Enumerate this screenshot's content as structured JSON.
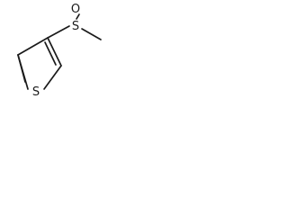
{
  "molecule": {
    "atoms": {
      "sulfoxide_sulfur": "S",
      "sulfoxide_oxygen": "O",
      "ring_sulfur": "S"
    }
  }
}
